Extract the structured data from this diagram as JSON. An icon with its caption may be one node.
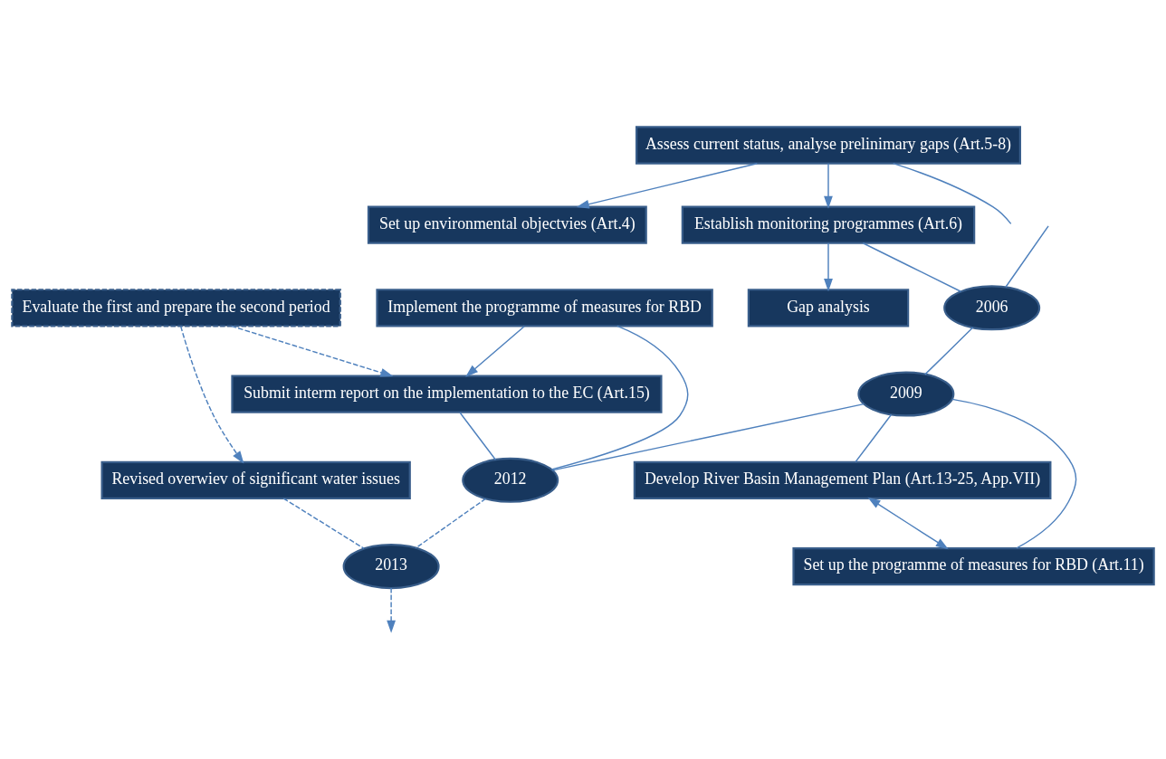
{
  "diagram": {
    "nodes": [
      {
        "text": [
          "Submit interm report on the implementation to the EC (Art.15)"
        ]
      },
      {
        "text": [
          "Revised overwiev of significant water issues"
        ]
      },
      {
        "text": [
          "Assess current status, analyse prelinimary gaps (Art.5-8)"
        ]
      },
      {
        "text": [
          "Set up environmental objectvies (Art.4)"
        ]
      },
      {
        "text": [
          "Evaluate the first and prepare the second period"
        ]
      },
      {
        "text": [
          "Establish monitoring programmes (Art.6)"
        ]
      },
      {
        "text": [
          "Implement the programme of measures for RBD"
        ]
      },
      {
        "text": [
          "2013"
        ]
      },
      {
        "text": [
          "2006"
        ]
      },
      {
        "text": [
          "2012"
        ]
      },
      {
        "text": [
          "Gap analysis"
        ]
      },
      {
        "text": [
          "2009"
        ]
      },
      {
        "text": [
          "Develop River Basin Management Plan (Art.13-25, App.VII)"
        ]
      },
      {
        "text": [
          "Set up the programme of measures for RBD (Art.11)"
        ]
      }
    ],
    "edges": [
      {
        "from": 6,
        "to": 0,
        "arrow": "to"
      },
      {
        "from": 0,
        "to": 9,
        "arrow": "none"
      },
      {
        "from": 6,
        "to": 9,
        "arrow": "none"
      },
      {
        "from": 4,
        "to": 0,
        "arrow": "to",
        "style": "dashed"
      },
      {
        "from": 4,
        "to": 1,
        "arrow": "to",
        "style": "dashed"
      },
      {
        "from": 1,
        "to": 7,
        "arrow": "none",
        "style": "dashed"
      },
      {
        "from": 2,
        "to": null,
        "arrow": "none"
      },
      {
        "from": 2,
        "to": 3,
        "arrow": "to"
      },
      {
        "from": 2,
        "to": 5,
        "arrow": "to"
      },
      {
        "from": 5,
        "to": 8,
        "arrow": "none"
      },
      {
        "from": 5,
        "to": 10,
        "arrow": "to"
      },
      {
        "from": null,
        "to": 8,
        "arrow": "none"
      },
      {
        "from": 8,
        "to": 11,
        "arrow": "none"
      },
      {
        "from": 11,
        "to": 9,
        "arrow": "none"
      },
      {
        "from": 9,
        "to": 7,
        "arrow": "none",
        "style": "dashed"
      },
      {
        "from": 7,
        "to": null,
        "arrow": "to",
        "style": "dashed"
      },
      {
        "from": 11,
        "to": 12,
        "arrow": "none"
      },
      {
        "from": 11,
        "to": 13,
        "arrow": "none"
      },
      {
        "from": 12,
        "to": 13,
        "arrow": "both"
      }
    ]
  }
}
